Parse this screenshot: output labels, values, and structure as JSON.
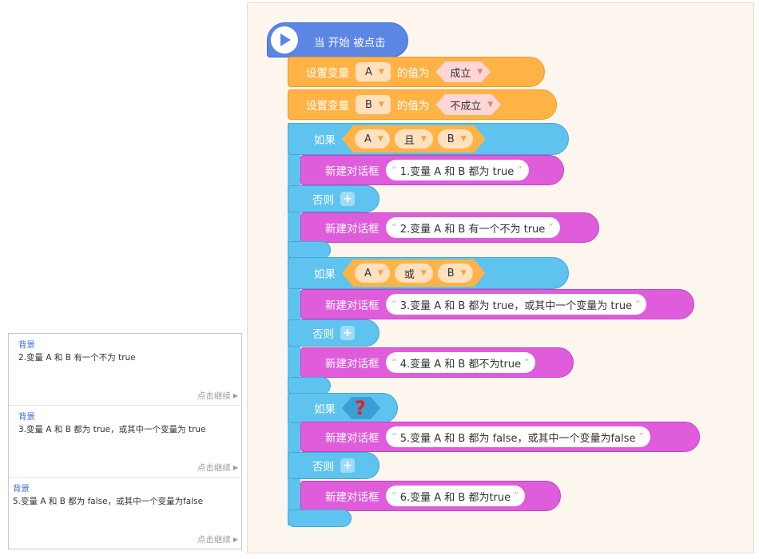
{
  "dialogs": [
    {
      "speaker": "背景",
      "message": "2.变量 A 和 B 有一个不为 true",
      "continue_label": "点击继续"
    },
    {
      "speaker": "背景",
      "message": "3.变量 A 和 B 都为 true，或其中一个变量为 true",
      "continue_label": "点击继续"
    },
    {
      "speaker": "背景",
      "message": "5.变量 A 和 B 都为 false，或其中一个变量为false",
      "continue_label": "点击继续"
    }
  ],
  "script": {
    "hat_label": "当 开始 被点击",
    "set_blocks": [
      {
        "label": "设置变量",
        "variable": "A",
        "value_label": "的值为",
        "value": "成立"
      },
      {
        "label": "设置变量",
        "variable": "B",
        "value_label": "的值为",
        "value": "不成立"
      }
    ],
    "if_blocks": [
      {
        "if_label": "如果",
        "left": "A",
        "operator": "且",
        "right": "B",
        "then_label": "新建对话框",
        "then_text": "1.变量 A 和 B 都为 true",
        "else_label": "否则",
        "else_dialog_label": "新建对话框",
        "else_text": "2.变量 A 和 B 有一个不为 true"
      },
      {
        "if_label": "如果",
        "left": "A",
        "operator": "或",
        "right": "B",
        "then_label": "新建对话框",
        "then_text": "3.变量 A 和 B 都为 true，或其中一个变量为 true",
        "else_label": "否则",
        "else_dialog_label": "新建对话框",
        "else_text": "4.变量 A 和 B 都不为true"
      },
      {
        "if_label": "如果",
        "condition_placeholder": "?",
        "then_label": "新建对话框",
        "then_text": "5.变量 A 和 B 都为 false，或其中一个变量为false",
        "else_label": "否则",
        "else_dialog_label": "新建对话框",
        "else_text": "6.变量 A 和 B 都为true"
      }
    ]
  },
  "icons": {
    "play": "play-icon",
    "chevron": "chevron-down-icon",
    "plus": "plus-icon",
    "continue": "triangle-right-icon"
  },
  "colors": {
    "event": "#5b86e4",
    "variable": "#ffb347",
    "control": "#5ec3ee",
    "dialog": "#df5ddb",
    "canvas": "#fdf6ee"
  }
}
